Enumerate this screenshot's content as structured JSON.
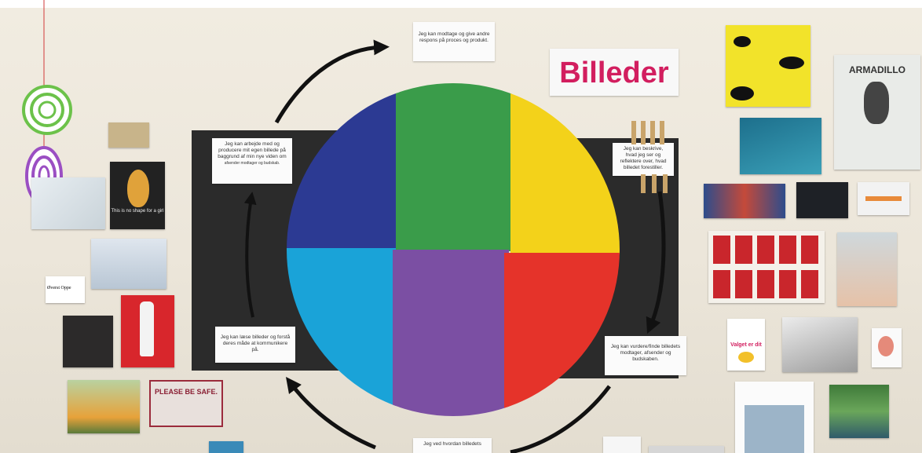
{
  "title_sign": {
    "text": "Billeder"
  },
  "notes": {
    "top": "Jeg kan modtage og give andre respons på proces og produkt.",
    "left_upper_line1": "Jeg kan arbejde med og producere mit egen billede på baggrund af min nye viden om",
    "left_upper_line2": "afsender modtager og budskab.",
    "left_lower": "Jeg kan læse billeder og forstå deres måde at kommunikere på.",
    "right_upper": "Jeg kan beskrive, hvad jeg ser og reflektere over, hvad billedet forestiller.",
    "right_lower": "Jeg kan vurdere/finde billedets modtager, afsender og budskaben.",
    "bottom": "Jeg ved hvordan billedets"
  },
  "posters": {
    "pear_text": "This is no shape for a girl",
    "oversti_oppe": "Øverst Oppe",
    "please_safe": "PLEASE BE SAFE.",
    "armadillo": "ARMADILLO",
    "valget": "Valget er dit"
  },
  "colors": {
    "blue": "#2c3a93",
    "green": "#3a9c4a",
    "yellow": "#f3d21a",
    "cyan": "#1aa3d8",
    "purple": "#7b4fa3",
    "red": "#e5332a",
    "title_pink": "#d21e5f"
  }
}
